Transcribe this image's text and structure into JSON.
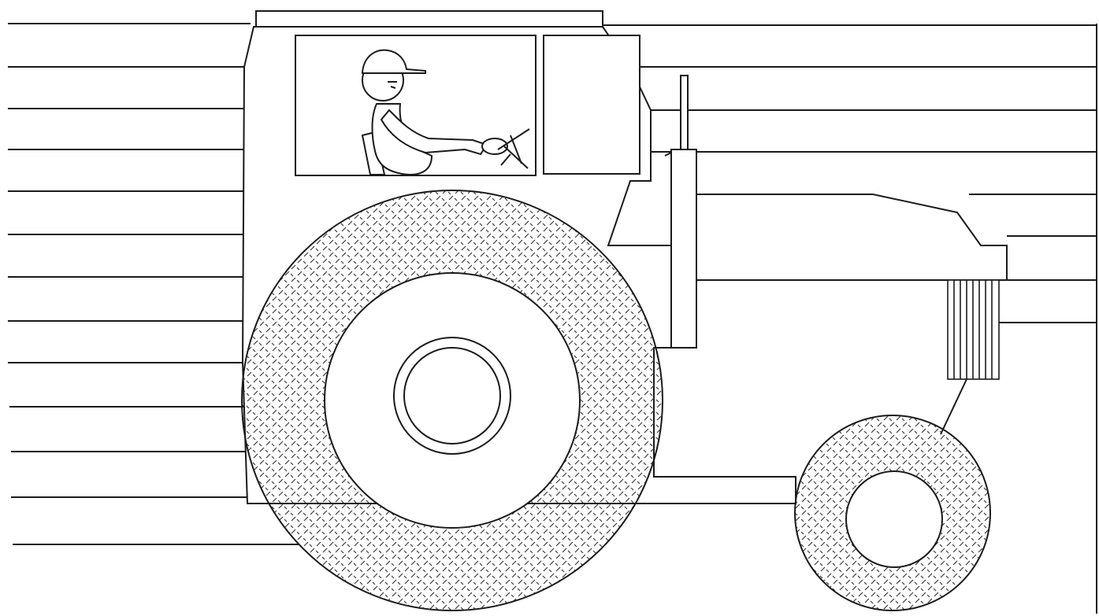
{
  "image": {
    "subject": "tractor-line-drawing",
    "colors": {
      "paper": "#ffffff",
      "ink": "#1a1a1a",
      "tread": "#3a3a3a"
    },
    "elements": [
      "background-stripes",
      "tractor-cab",
      "driver",
      "steering-wheel",
      "exhaust-stack",
      "hood",
      "front-grille",
      "rear-wheel",
      "front-wheel"
    ]
  }
}
